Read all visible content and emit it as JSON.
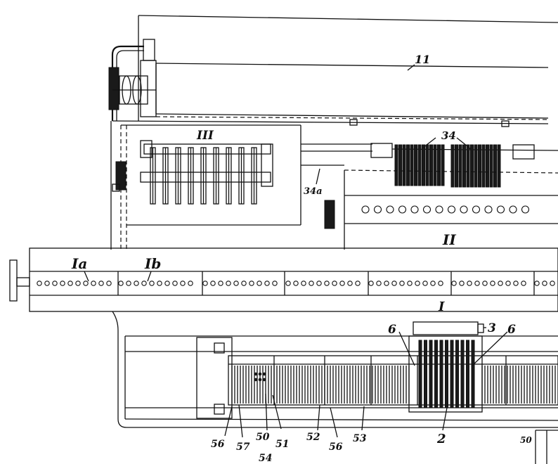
{
  "labels": {
    "l11": "11",
    "l34": "34",
    "l34a": "34a",
    "roman_III": "III",
    "roman_II": "II",
    "roman_I": "I",
    "Ia": "Ia",
    "Ib": "Ib",
    "l6_left": "6",
    "l6_right": "6",
    "l3": "3",
    "l2": "2",
    "l50_right": "50",
    "l56_a": "56",
    "l57": "57",
    "l50": "50",
    "l51": "51",
    "l54": "54",
    "l52": "52",
    "l56_b": "56",
    "l53": "53"
  }
}
